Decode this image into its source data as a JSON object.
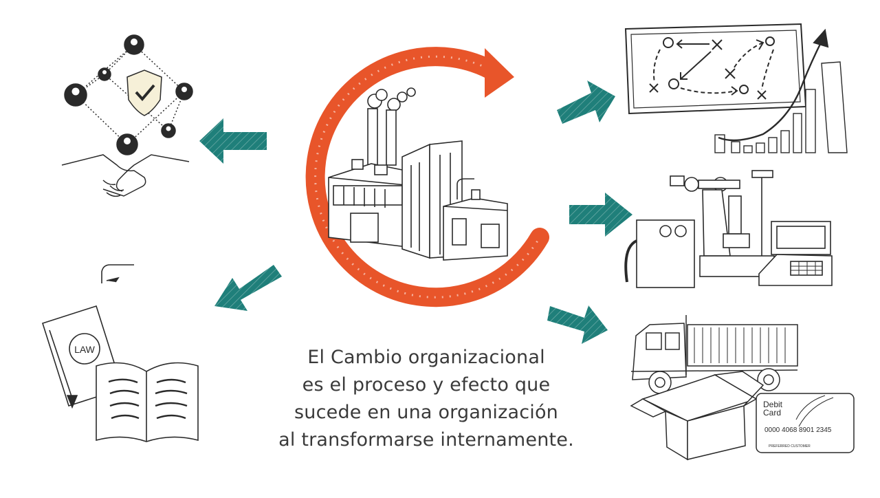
{
  "caption": {
    "lines": [
      "El Cambio organizacional",
      "es el proceso y efecto que",
      "sucede en una organización",
      "al transformarse internamente."
    ]
  },
  "icons": {
    "center": "factory-icon",
    "top_left": "network-handshake-security-icon",
    "bottom_left": "law-books-icon",
    "top_right": "strategy-board-growth-chart-icon",
    "middle_right": "industrial-machines-icon",
    "bottom_right": "truck-box-debit-card-icon"
  },
  "labels": {
    "law_book": "LAW",
    "card_title_1": "Debit",
    "card_title_2": "Card",
    "card_number": "0000  4068  8901  2345",
    "card_holder": "PREFERRED  CUSTOMER"
  },
  "colors": {
    "cycle_arrow": "#e8552a",
    "side_arrows": "#1f7f7a",
    "ink": "#2a2a2a",
    "caption": "#3a3a3a"
  }
}
